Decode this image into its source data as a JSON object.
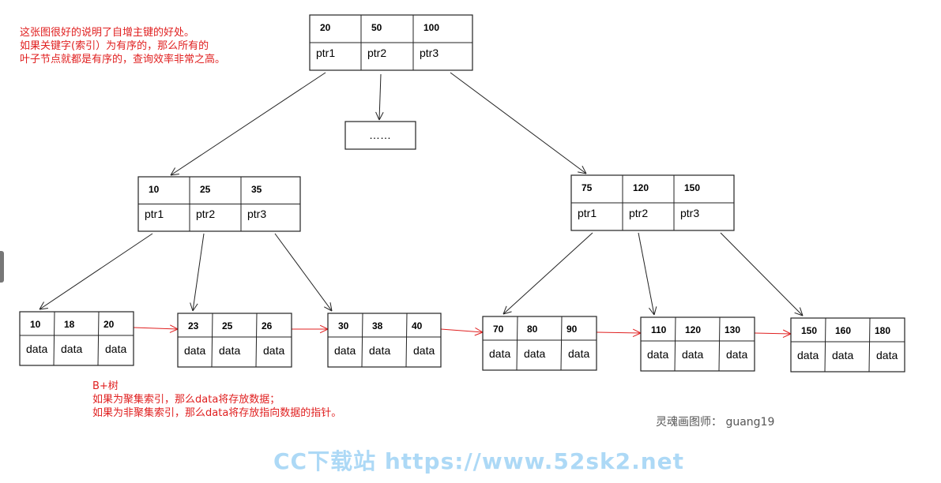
{
  "note_top": [
    "这张图很好的说明了自增主键的好处。",
    "如果关键字(索引）为有序的，那么所有的",
    "叶子节点就都是有序的，查询效率非常之高。"
  ],
  "note_bottom": [
    "B+树",
    "如果为聚集索引，那么data将存放数据；",
    "如果为非聚集索引，那么data将存放指向数据的指针。"
  ],
  "author": "灵魂画图师： guang19",
  "watermark": "CC下载站 https://www.52sk2.net",
  "ellipsis": "……",
  "root": {
    "keys": [
      "20",
      "50",
      "100"
    ],
    "ptrs": [
      "ptr1",
      "ptr2",
      "ptr3"
    ]
  },
  "internal": [
    {
      "keys": [
        "10",
        "25",
        "35"
      ],
      "ptrs": [
        "ptr1",
        "ptr2",
        "ptr3"
      ]
    },
    {
      "keys": [
        "75",
        "120",
        "150"
      ],
      "ptrs": [
        "ptr1",
        "ptr2",
        "ptr3"
      ]
    }
  ],
  "leaves": [
    {
      "keys": [
        "10",
        "18",
        "20"
      ],
      "data": [
        "data",
        "data",
        "data"
      ]
    },
    {
      "keys": [
        "23",
        "25",
        "26"
      ],
      "data": [
        "data",
        "data",
        "data"
      ]
    },
    {
      "keys": [
        "30",
        "38",
        "40"
      ],
      "data": [
        "data",
        "data",
        "data"
      ]
    },
    {
      "keys": [
        "70",
        "80",
        "90"
      ],
      "data": [
        "data",
        "data",
        "data"
      ]
    },
    {
      "keys": [
        "110",
        "120",
        "130"
      ],
      "data": [
        "data",
        "data",
        "data"
      ]
    },
    {
      "keys": [
        "150",
        "160",
        "180"
      ],
      "data": [
        "data",
        "data",
        "data"
      ]
    }
  ],
  "colors": {
    "note": "#e02020",
    "leaf_link": "#e02020",
    "line": "#222222",
    "watermark": "#9fd3f5"
  }
}
